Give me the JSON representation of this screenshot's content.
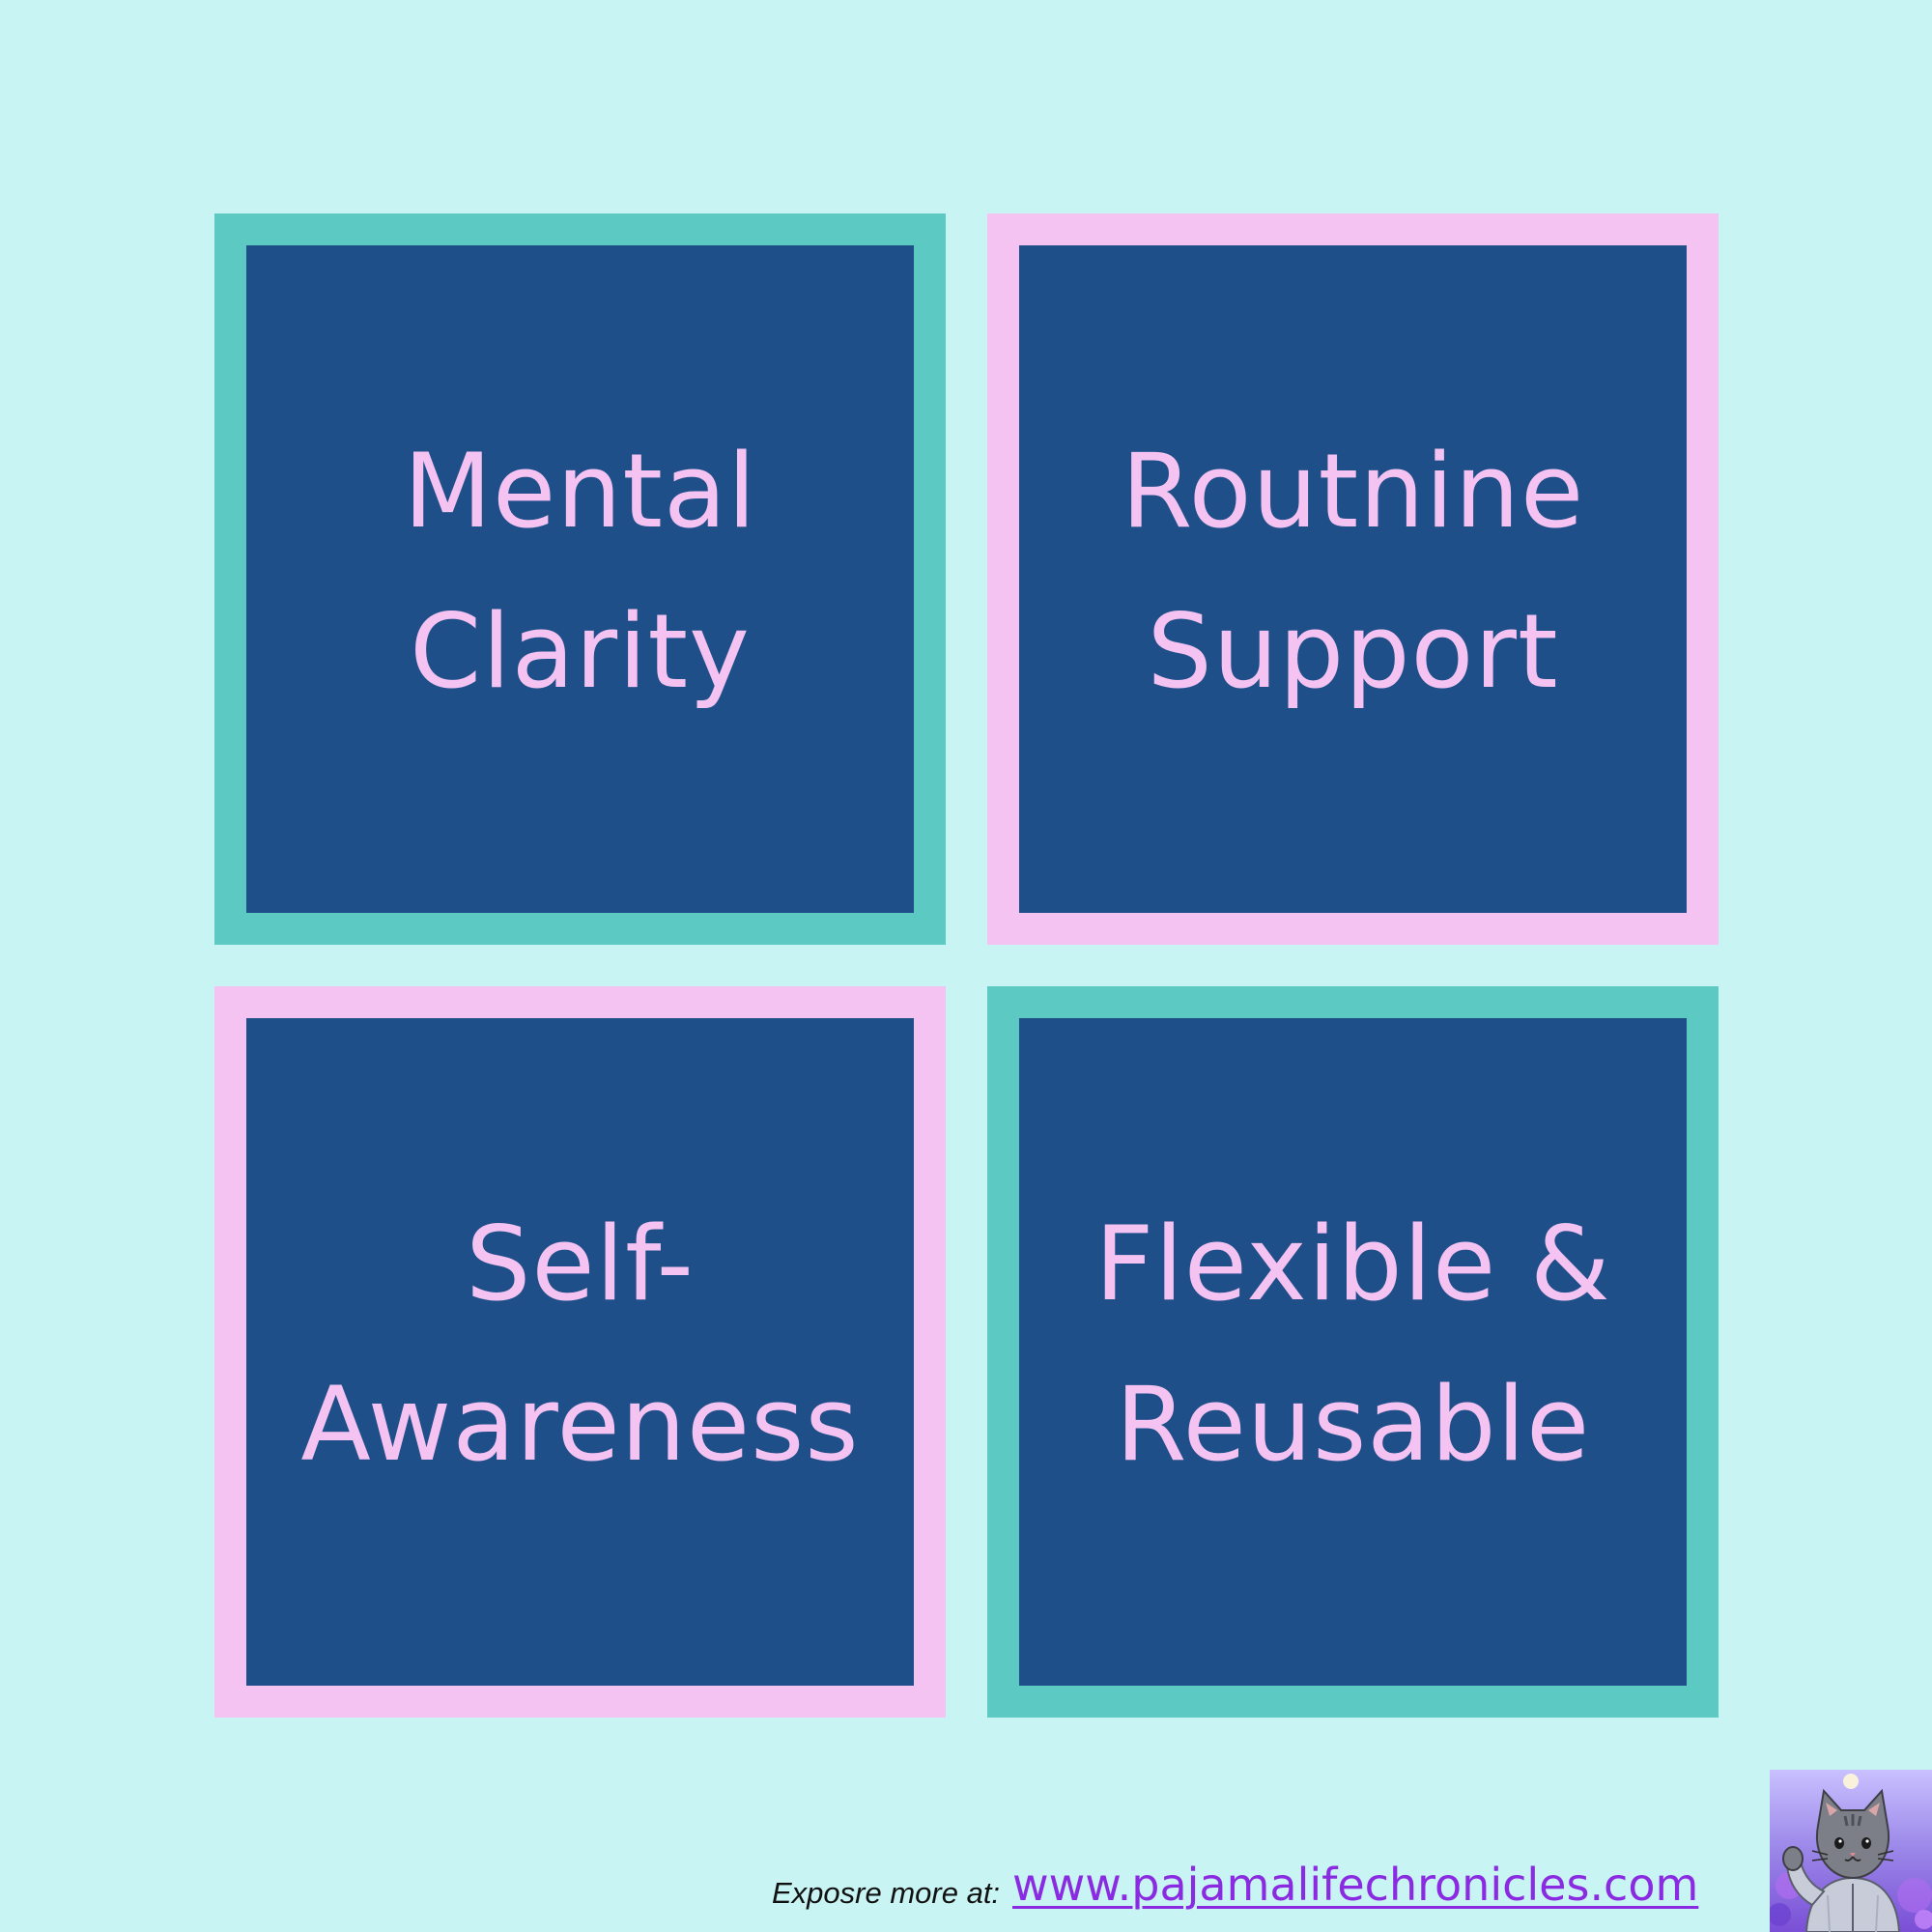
{
  "tiles": [
    {
      "line1": "Mental",
      "line2": "Clarity",
      "border": "teal"
    },
    {
      "line1": "Routnine",
      "line2": "Support",
      "border": "pink"
    },
    {
      "line1": "Self-",
      "line2": "Awareness",
      "border": "pink"
    },
    {
      "line1": "Flexible &",
      "line2": "Reusable",
      "border": "teal"
    }
  ],
  "footer": {
    "note": "Exposre more at:",
    "link": "www.pajamalifechronicles.com"
  },
  "colors": {
    "background": "#c8f4f4",
    "tile_fill": "#1f4f89",
    "teal": "#5cc9c3",
    "pink": "#f5c3f2",
    "link": "#8a2be2"
  },
  "avatar": {
    "icon": "cat-avatar-icon"
  }
}
